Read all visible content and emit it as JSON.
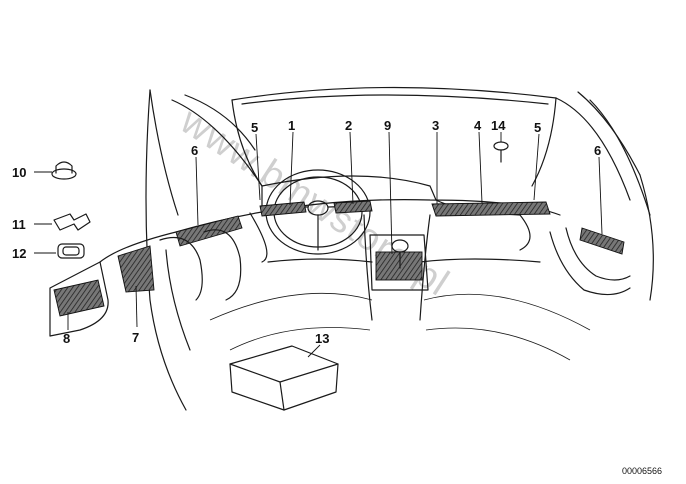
{
  "labels": {
    "l1": "1",
    "l2": "2",
    "l3": "3",
    "l4": "4",
    "l5a": "5",
    "l5b": "5",
    "l6a": "6",
    "l6b": "6",
    "l7": "7",
    "l8": "8",
    "l9": "9",
    "l10": "10",
    "l11": "11",
    "l12": "12",
    "l13": "13",
    "l14": "14"
  },
  "watermark": "www.bmwstore.pl",
  "diagram_id": "00006566",
  "colors": {
    "line": "#1a1a1a",
    "watermark": "#cfcfcf",
    "background": "#ffffff"
  }
}
